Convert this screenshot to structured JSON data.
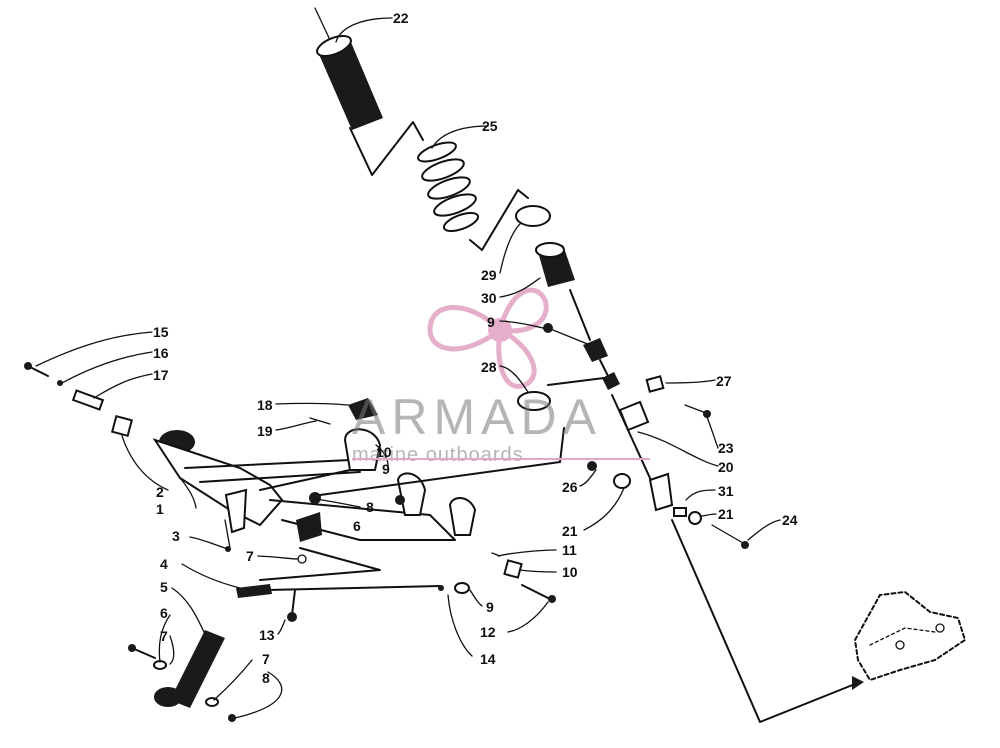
{
  "callouts": [
    {
      "id": "c22",
      "label": "22"
    },
    {
      "id": "c25",
      "label": "25"
    },
    {
      "id": "c29",
      "label": "29"
    },
    {
      "id": "c30",
      "label": "30"
    },
    {
      "id": "c9a",
      "label": "9"
    },
    {
      "id": "c28",
      "label": "28"
    },
    {
      "id": "c27",
      "label": "27"
    },
    {
      "id": "c23",
      "label": "23"
    },
    {
      "id": "c20",
      "label": "20"
    },
    {
      "id": "c26",
      "label": "26"
    },
    {
      "id": "c31",
      "label": "31"
    },
    {
      "id": "c21a",
      "label": "21"
    },
    {
      "id": "c21b",
      "label": "21"
    },
    {
      "id": "c24",
      "label": "24"
    },
    {
      "id": "c15",
      "label": "15"
    },
    {
      "id": "c16",
      "label": "16"
    },
    {
      "id": "c17",
      "label": "17"
    },
    {
      "id": "c18",
      "label": "18"
    },
    {
      "id": "c19",
      "label": "19"
    },
    {
      "id": "c10a",
      "label": "10"
    },
    {
      "id": "c9b",
      "label": "9"
    },
    {
      "id": "c8a",
      "label": "8"
    },
    {
      "id": "c6",
      "label": "6"
    },
    {
      "id": "c2",
      "label": "2"
    },
    {
      "id": "c1",
      "label": "1"
    },
    {
      "id": "c3",
      "label": "3"
    },
    {
      "id": "c7a",
      "label": "7"
    },
    {
      "id": "c4",
      "label": "4"
    },
    {
      "id": "c5",
      "label": "5"
    },
    {
      "id": "c11",
      "label": "11"
    },
    {
      "id": "c10b",
      "label": "10"
    },
    {
      "id": "c9c",
      "label": "9"
    },
    {
      "id": "c12",
      "label": "12"
    },
    {
      "id": "c13",
      "label": "13"
    },
    {
      "id": "c14",
      "label": "14"
    },
    {
      "id": "c6b",
      "label": "6"
    },
    {
      "id": "c7b",
      "label": "7"
    },
    {
      "id": "c7c",
      "label": "7"
    },
    {
      "id": "c8b",
      "label": "8"
    }
  ],
  "watermark": {
    "brand": "ARMADA",
    "tagline": "marine outboards",
    "logo_color": "#e3a7c6",
    "text_color": "#7a7a7a"
  },
  "ink_color": "#111111"
}
